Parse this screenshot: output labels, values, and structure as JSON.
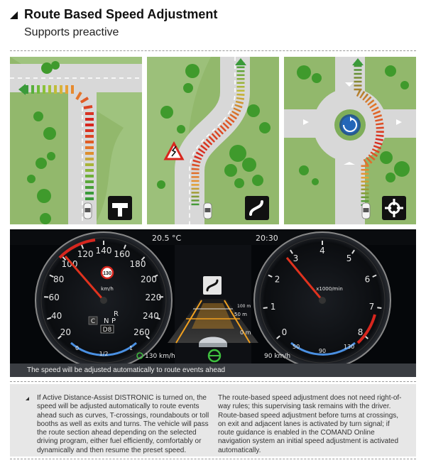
{
  "header": {
    "title": "Route Based Speed Adjustment",
    "subtitle": "Supports preactive"
  },
  "maps": [
    {
      "name": "t-crossing",
      "icon": "t-junction-icon"
    },
    {
      "name": "curves",
      "icon": "winding-road-icon",
      "warning_icon": "bend-warning-icon"
    },
    {
      "name": "roundabout",
      "icon": "roundabout-icon"
    }
  ],
  "cluster": {
    "temperature": "20.5 °C",
    "time": "20:30",
    "speedometer": {
      "ticks": [
        "20",
        "40",
        "60",
        "80",
        "100",
        "120",
        "140",
        "160",
        "180",
        "200",
        "220",
        "240",
        "260"
      ],
      "unit": "km/h",
      "speed_limit": "130",
      "gear_letters": [
        "R",
        "N",
        "P"
      ],
      "gear": "D8",
      "mode": "C",
      "fuel_labels": [
        "0",
        "1/2",
        "1"
      ]
    },
    "tachometer": {
      "ticks": [
        "0",
        "1",
        "2",
        "3",
        "4",
        "5",
        "6",
        "7",
        "8"
      ],
      "unit": "x1000/min",
      "temp_labels": [
        "50",
        "90",
        "130"
      ]
    },
    "center": {
      "distance_near": "0 m",
      "distance_mid": "50 m",
      "distance_far": "100 m",
      "set_speed": "130 km/h",
      "target_speed": "90 km/h",
      "turn_icon": "curve-ahead-icon"
    },
    "caption": "The speed will be adjusted automatically to route events ahead"
  },
  "info": {
    "col1": "If Active Distance-Assist DISTRONIC is turned on, the speed will be adjusted automatically to route events ahead such as curves, T-crossings, roundabouts or toll booths as well as exits and turns. The vehicle will pass the route section ahead depending on the selected driving program, either fuel efficiently, comfortably or dynamically and then resume the preset speed.",
    "col2": "The route-based speed adjustment does not need right-of-way rules; this supervising task remains with the driver. Route-based speed adjustment before turns at crossings, on exit and adjacent lanes is activated by turn signal; if route guidance is enabled in the COMAND Online navigation system an initial speed adjustment is activated automatically."
  },
  "colors": {
    "grass": "#8fb66a",
    "road": "#d9d9d9",
    "green_gradient": "#2f8a2f",
    "orange_gradient": "#e8821e",
    "red_gradient": "#d7261e",
    "needle": "#e0321e"
  }
}
